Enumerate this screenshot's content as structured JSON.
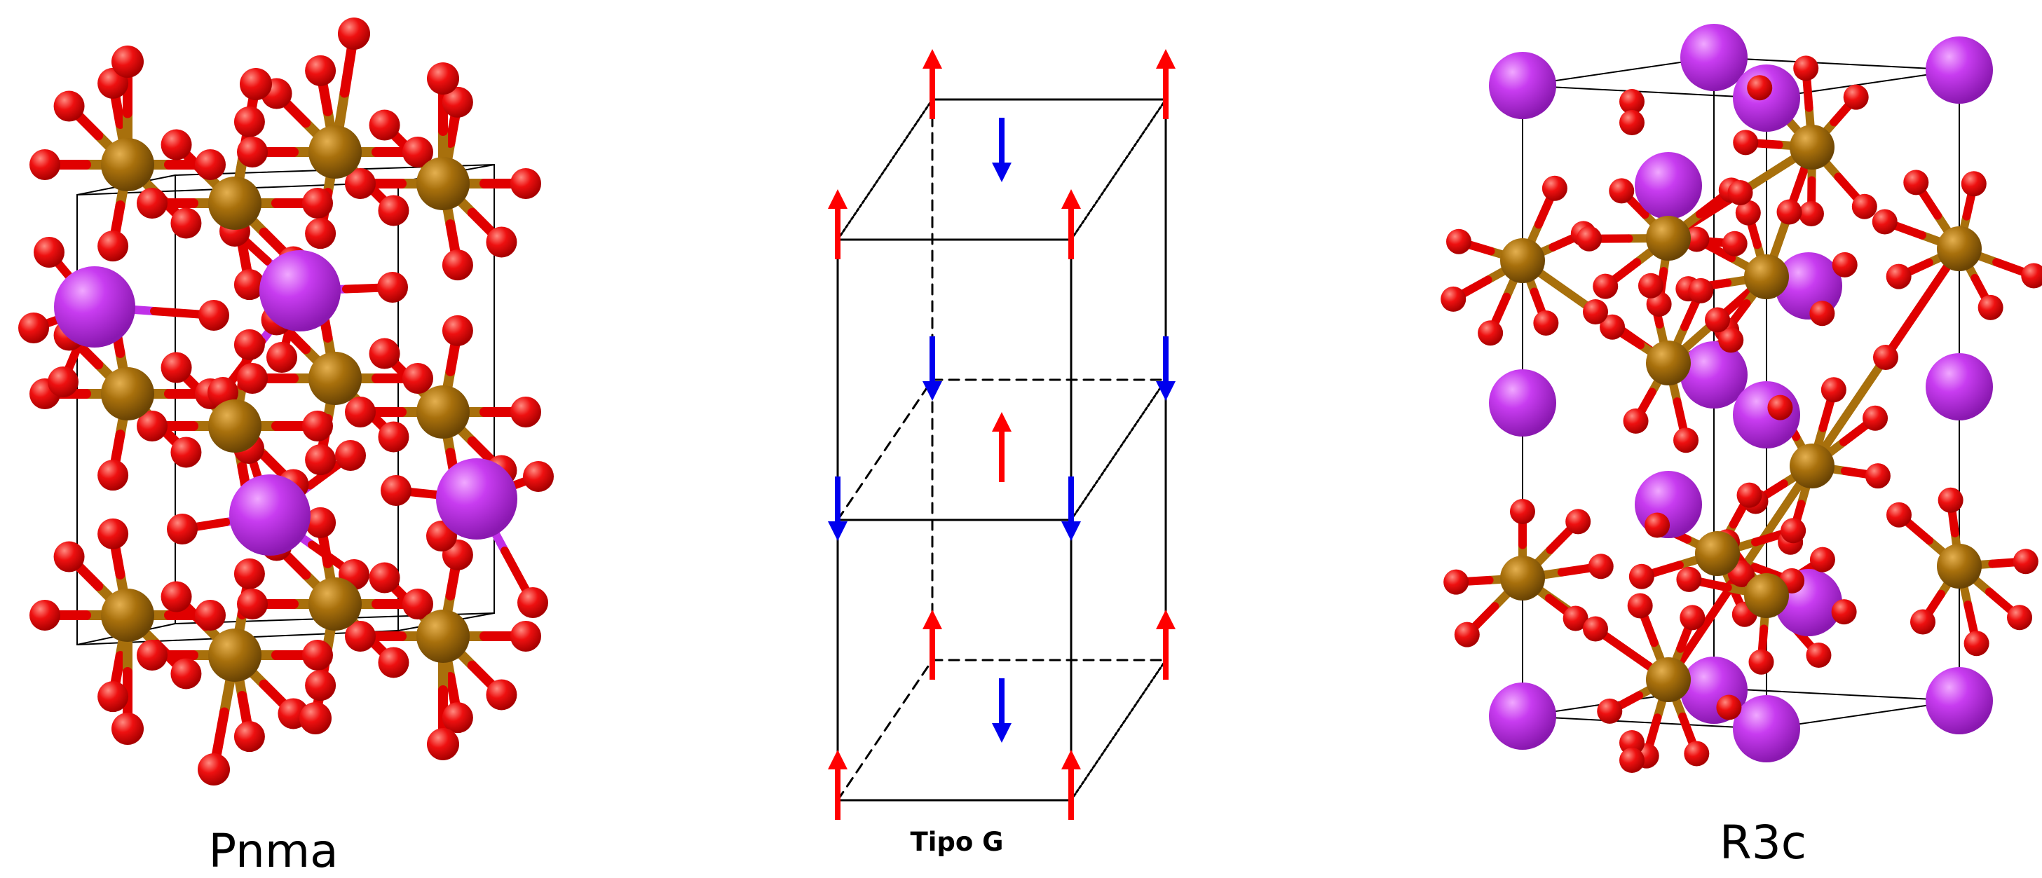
{
  "panels": [
    {
      "caption": "Pnma"
    },
    {
      "caption": "Tipo G"
    },
    {
      "caption": "R3c"
    }
  ],
  "colors": {
    "oxygen": "#e00000",
    "b_cation": "#a8700c",
    "a_cation": "#c030e8",
    "spin_up": "#ff0000",
    "spin_down": "#0000ee",
    "cell_edge": "#000000"
  }
}
